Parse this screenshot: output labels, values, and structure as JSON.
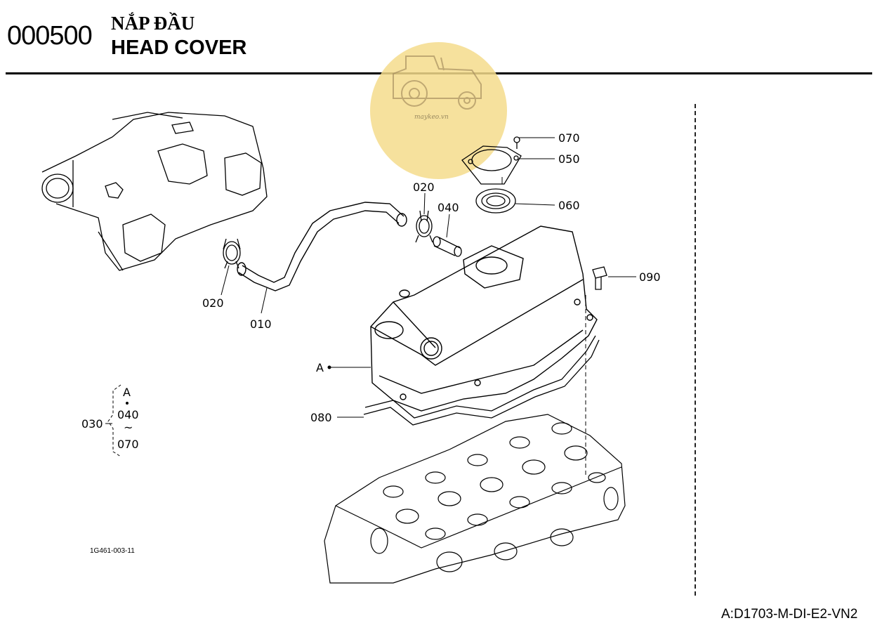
{
  "header": {
    "section_code": "000500",
    "title_vn": "NẮP ĐẦU",
    "title_en": "HEAD COVER"
  },
  "watermark": {
    "text": "maykeo.vn",
    "color": "#f5dc8c",
    "icon": "tractor-icon"
  },
  "callouts": {
    "p070": "070",
    "p050": "050",
    "p060": "060",
    "p020_top": "020",
    "p040": "040",
    "p090": "090",
    "p020_left": "020",
    "p010": "010",
    "pA": "A",
    "p080": "080",
    "p030": "030"
  },
  "assembly_note": {
    "ref": "A",
    "from": "040",
    "to": "070",
    "tilde": "~"
  },
  "figure_id": "1G461-003-11",
  "model_code": "A:D1703-M-DI-E2-VN2"
}
